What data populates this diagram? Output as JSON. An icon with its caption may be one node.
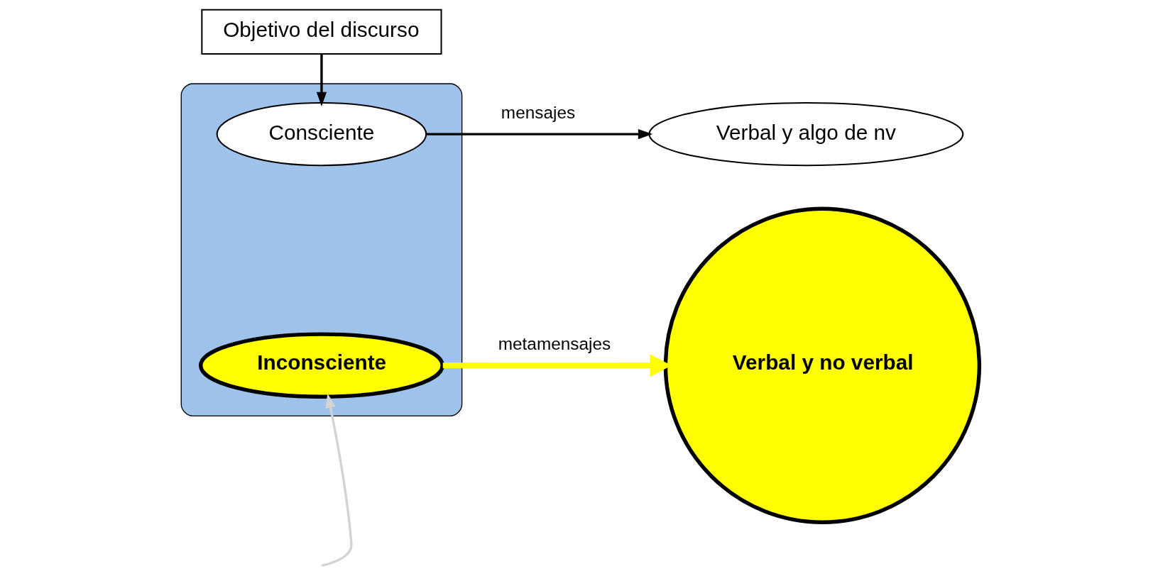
{
  "diagram": {
    "nodes": [
      {
        "text": [
          "Objetivo del discurso"
        ]
      },
      {
        "text": [],
        "shape": "person"
      },
      {
        "text": [
          "Consciente"
        ],
        "in": 1
      },
      {
        "text": [
          "Inconsciente"
        ],
        "in": 1
      },
      {
        "text": [
          "Verbal y algo de nv"
        ]
      },
      {
        "text": [
          "Verbal y no verbal"
        ]
      }
    ],
    "edges": [
      {
        "from": 0,
        "to": 2,
        "arrow": "to"
      },
      {
        "from": 2,
        "to": 4,
        "arrow": "to",
        "label": "mensajes"
      },
      {
        "from": 3,
        "to": 5,
        "arrow": "to",
        "label": "metamensajes",
        "style": "thick",
        "color": "#ffff00"
      },
      {
        "from": null,
        "to": 3,
        "arrow": "to",
        "color": "#d3d3d3"
      }
    ]
  }
}
